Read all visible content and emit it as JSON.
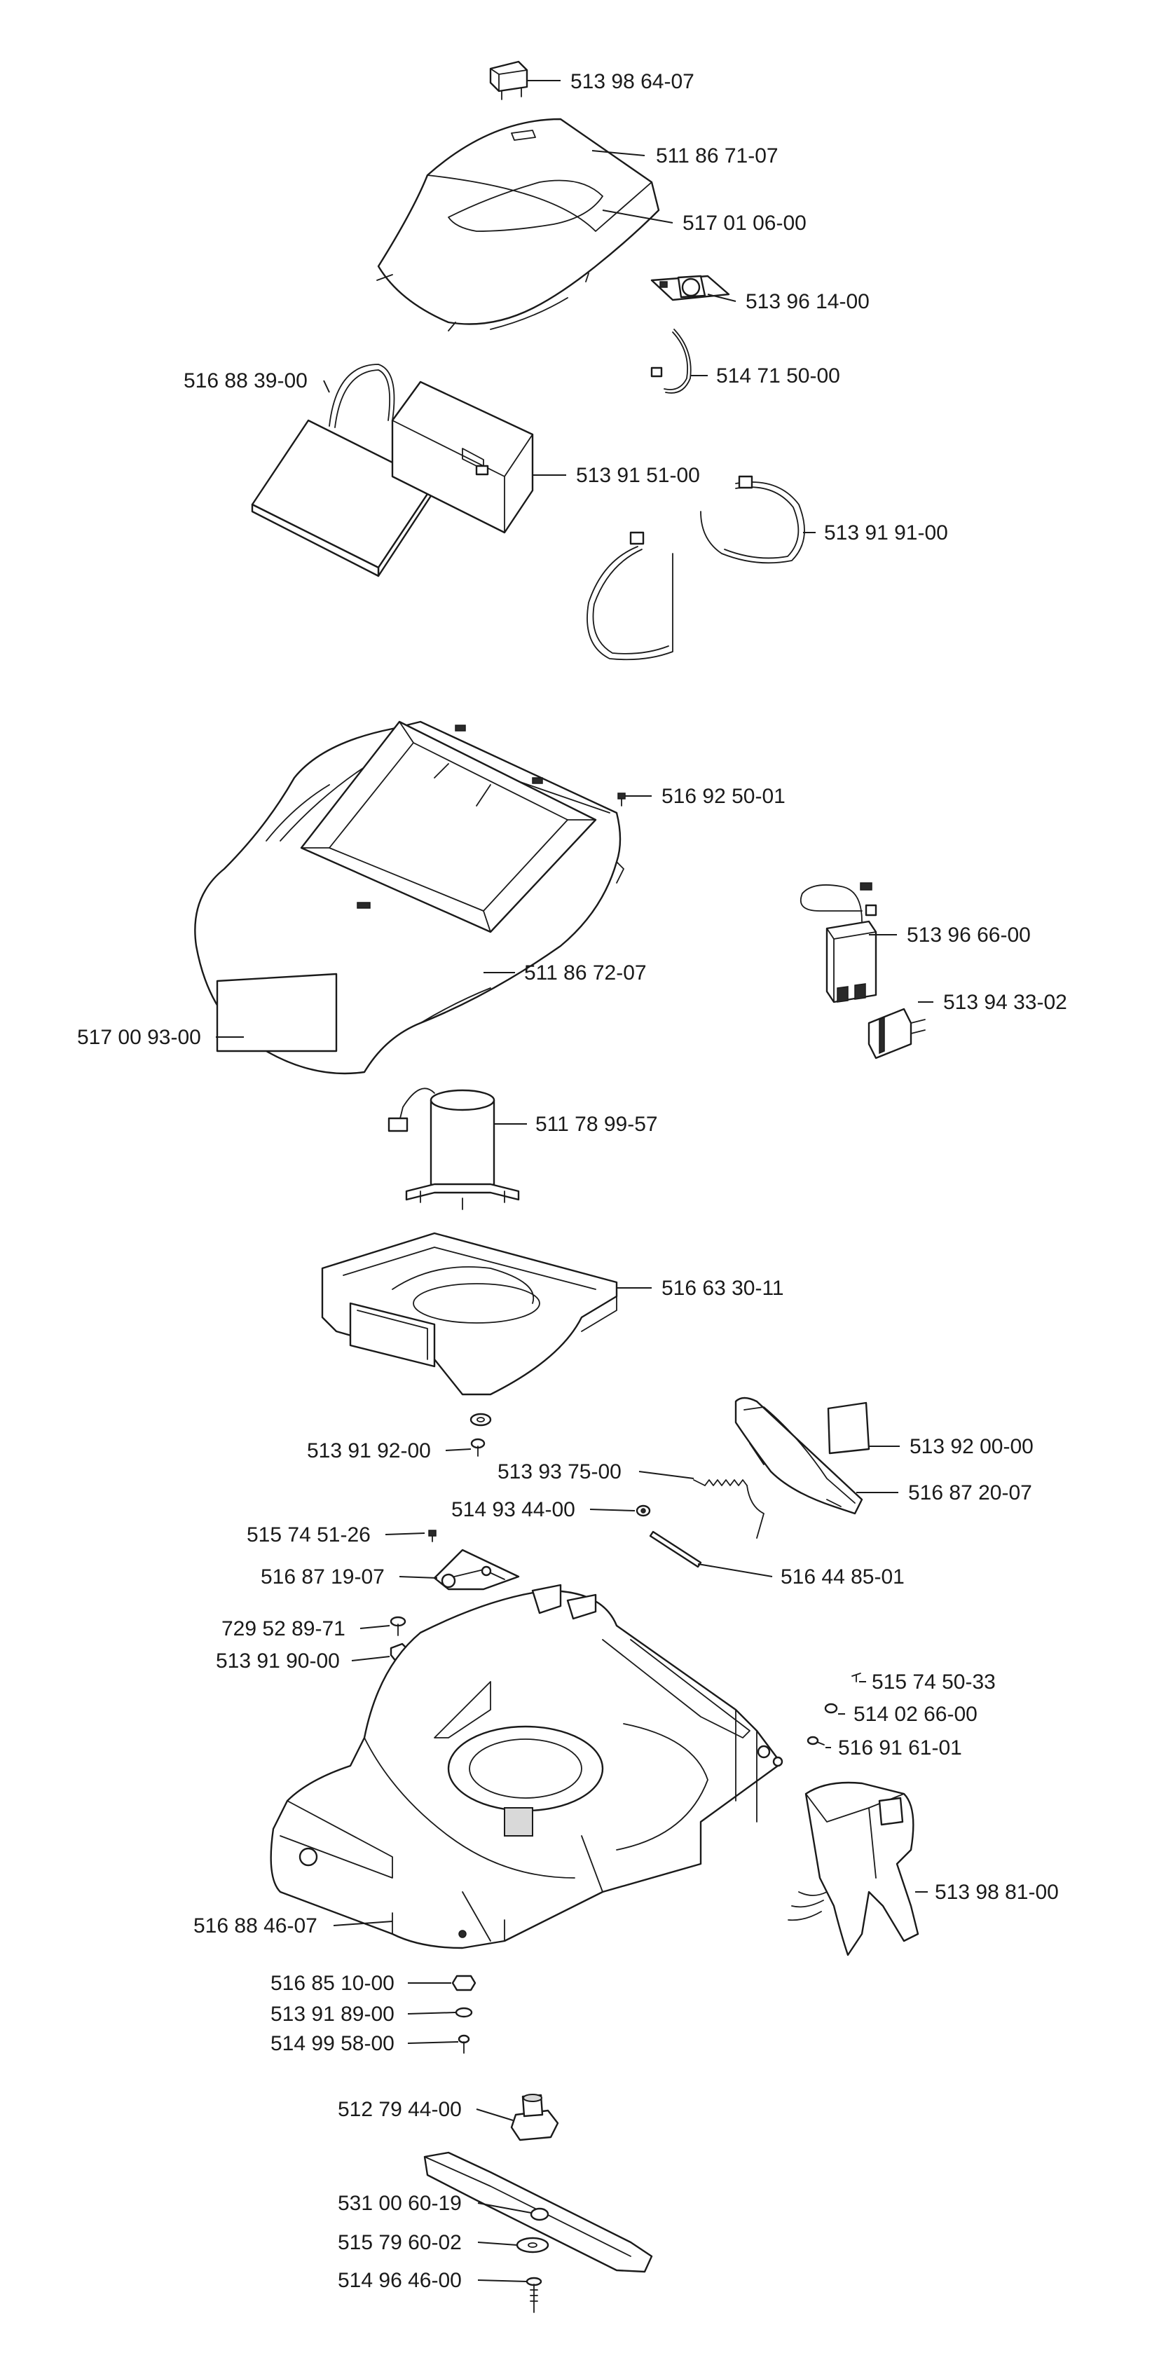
{
  "parts": [
    {
      "id": "top-cap",
      "number": "513 98 64-07"
    },
    {
      "id": "upper-cover",
      "number": "511 86 71-07"
    },
    {
      "id": "cover-grip",
      "number": "517 01 06-00"
    },
    {
      "id": "switch",
      "number": "513 96 14-00"
    },
    {
      "id": "short-cable",
      "number": "514 71 50-00"
    },
    {
      "id": "battery",
      "number": "516 88 39-00"
    },
    {
      "id": "battery-box",
      "number": "513 91 51-00"
    },
    {
      "id": "cable-loops",
      "number": "513 91 91-00"
    },
    {
      "id": "screw-upper",
      "number": "516 92 50-01"
    },
    {
      "id": "main-cover",
      "number": "511 86 72-07"
    },
    {
      "id": "decal",
      "number": "517 00 93-00"
    },
    {
      "id": "charger",
      "number": "513 96 66-00"
    },
    {
      "id": "plug",
      "number": "513 94 33-02"
    },
    {
      "id": "motor",
      "number": "511 78 99-57"
    },
    {
      "id": "motor-housing",
      "number": "516 63 30-11"
    },
    {
      "id": "screw-washer",
      "number": "513 91 92-00"
    },
    {
      "id": "spring",
      "number": "513 93 75-00"
    },
    {
      "id": "nut",
      "number": "514 93 44-00"
    },
    {
      "id": "screw-small",
      "number": "515 74 51-26"
    },
    {
      "id": "flap-bracket",
      "number": "516 87 19-07"
    },
    {
      "id": "rod",
      "number": "516 44 85-01"
    },
    {
      "id": "plate",
      "number": "513 92 00-00"
    },
    {
      "id": "rear-flap",
      "number": "516 87 20-07"
    },
    {
      "id": "bolt",
      "number": "729 52 89-71"
    },
    {
      "id": "clip",
      "number": "513 91 90-00"
    },
    {
      "id": "screw-right",
      "number": "515 74 50-33"
    },
    {
      "id": "washer-right",
      "number": "514 02 66-00"
    },
    {
      "id": "pin-right",
      "number": "516 91 61-01"
    },
    {
      "id": "mower-deck",
      "number": "516 88 46-07"
    },
    {
      "id": "grass-bag",
      "number": "513 98 81-00"
    },
    {
      "id": "spacer",
      "number": "516 85 10-00"
    },
    {
      "id": "washer",
      "number": "513 91 89-00"
    },
    {
      "id": "screw-lower",
      "number": "514 99 58-00"
    },
    {
      "id": "blade-hub",
      "number": "512 79 44-00"
    },
    {
      "id": "blade",
      "number": "531 00 60-19"
    },
    {
      "id": "blade-washer",
      "number": "515 79 60-02"
    },
    {
      "id": "blade-bolt",
      "number": "514 96 46-00"
    }
  ]
}
